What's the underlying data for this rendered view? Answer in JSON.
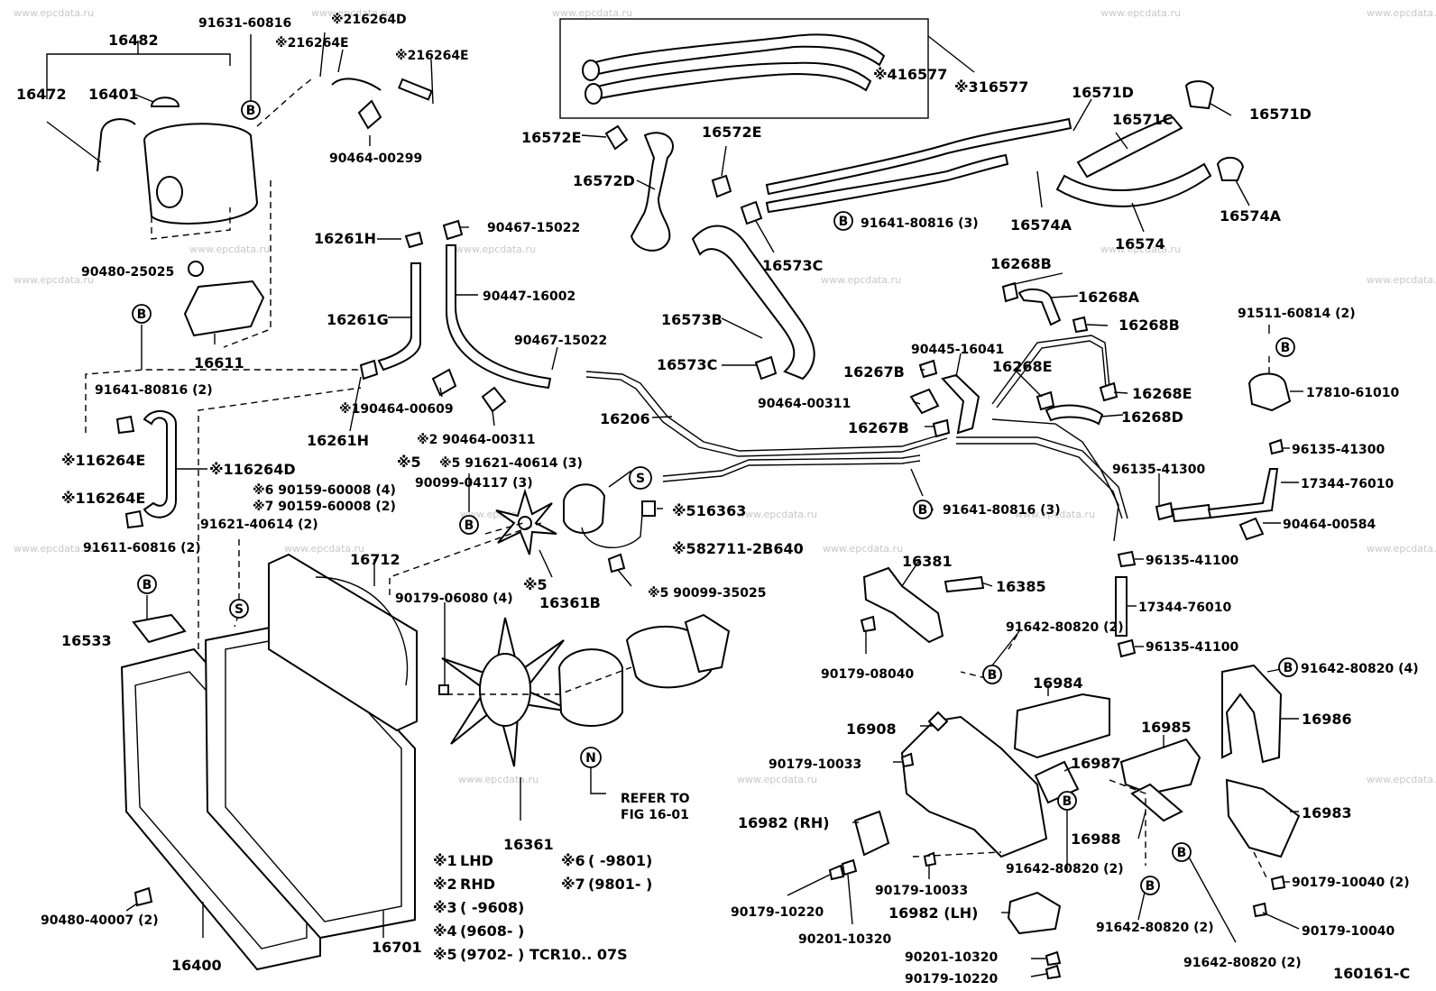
{
  "figure_code": "160161-C",
  "watermark": "www.epcdata.ru",
  "labels": [
    {
      "id": "16482",
      "text": "16482"
    },
    {
      "id": "16472",
      "text": "16472"
    },
    {
      "id": "16401",
      "text": "16401"
    },
    {
      "id": "91631-60816",
      "text": "91631-60816"
    },
    {
      "id": "x2-16264D",
      "text": "※216264D"
    },
    {
      "id": "x2-16264E-a",
      "text": "※216264E"
    },
    {
      "id": "x2-16264E-b",
      "text": "※216264E"
    },
    {
      "id": "90464-00299",
      "text": "90464-00299"
    },
    {
      "id": "x4-16577",
      "text": "※416577"
    },
    {
      "id": "x3-16577",
      "text": "※316577"
    },
    {
      "id": "16571D-a",
      "text": "16571D"
    },
    {
      "id": "16571D-b",
      "text": "16571D"
    },
    {
      "id": "16571C",
      "text": "16571C"
    },
    {
      "id": "16572E-a",
      "text": "16572E"
    },
    {
      "id": "16572E-b",
      "text": "16572E"
    },
    {
      "id": "16572D",
      "text": "16572D"
    },
    {
      "id": "91641-80816-3a",
      "text": "91641-80816 (3)"
    },
    {
      "id": "16574A-a",
      "text": "16574A"
    },
    {
      "id": "16574A-b",
      "text": "16574A"
    },
    {
      "id": "16574",
      "text": "16574"
    },
    {
      "id": "16573C-a",
      "text": "16573C"
    },
    {
      "id": "16573B",
      "text": "16573B"
    },
    {
      "id": "16573C-b",
      "text": "16573C"
    },
    {
      "id": "16268B-a",
      "text": "16268B"
    },
    {
      "id": "16268A",
      "text": "16268A"
    },
    {
      "id": "16268B-b",
      "text": "16268B"
    },
    {
      "id": "16261H-a",
      "text": "16261H"
    },
    {
      "id": "90467-15022-a",
      "text": "90467-15022"
    },
    {
      "id": "90480-25025",
      "text": "90480-25025"
    },
    {
      "id": "90447-16002",
      "text": "90447-16002"
    },
    {
      "id": "16261G",
      "text": "16261G"
    },
    {
      "id": "16611",
      "text": "16611"
    },
    {
      "id": "90467-15022-b",
      "text": "90467-15022"
    },
    {
      "id": "91641-80816-2",
      "text": "91641-80816 (2)"
    },
    {
      "id": "x1-90464-00609",
      "text": "※190464-00609"
    },
    {
      "id": "16261H-b",
      "text": "16261H"
    },
    {
      "id": "x2-90464-00311",
      "text": "※2 90464-00311"
    },
    {
      "id": "x1-16264E-a",
      "text": "※116264E"
    },
    {
      "id": "x1-16264D",
      "text": "※116264D"
    },
    {
      "id": "x1-16264E-b",
      "text": "※116264E"
    },
    {
      "id": "x5-a",
      "text": "※5"
    },
    {
      "id": "x5-91621-40614",
      "text": "※5 91621-40614 (3)"
    },
    {
      "id": "90099-04117",
      "text": "90099-04117 (3)"
    },
    {
      "id": "x6-90159",
      "text": "※6 90159-60008 (4)"
    },
    {
      "id": "x7-90159",
      "text": "※7 90159-60008 (2)"
    },
    {
      "id": "91621-40614-2",
      "text": "91621-40614 (2)"
    },
    {
      "id": "91611-60816",
      "text": "91611-60816 (2)"
    },
    {
      "id": "16533",
      "text": "16533"
    },
    {
      "id": "16712",
      "text": "16712"
    },
    {
      "id": "x5-16363",
      "text": "※516363"
    },
    {
      "id": "x5-82711",
      "text": "※582711-2B640"
    },
    {
      "id": "x5-16361B",
      "text": "※5"
    },
    {
      "id": "16361B",
      "text": "16361B"
    },
    {
      "id": "x5-90099-35025",
      "text": "※5 90099-35025"
    },
    {
      "id": "90179-06080",
      "text": "90179-06080 (4)"
    },
    {
      "id": "16206",
      "text": "16206"
    },
    {
      "id": "90445-16041",
      "text": "90445-16041"
    },
    {
      "id": "16267B-a",
      "text": "16267B"
    },
    {
      "id": "90464-00311",
      "text": "90464-00311"
    },
    {
      "id": "16267B-b",
      "text": "16267B"
    },
    {
      "id": "16268E-a",
      "text": "16268E"
    },
    {
      "id": "16268E-b",
      "text": "16268E"
    },
    {
      "id": "16268D",
      "text": "16268D"
    },
    {
      "id": "91641-80816-3b",
      "text": "91641-80816 (3)"
    },
    {
      "id": "91511-60814",
      "text": "91511-60814 (2)"
    },
    {
      "id": "17810-61010",
      "text": "17810-61010"
    },
    {
      "id": "96135-41300-a",
      "text": "96135-41300"
    },
    {
      "id": "96135-41300-b",
      "text": "96135-41300"
    },
    {
      "id": "17344-76010-a",
      "text": "17344-76010"
    },
    {
      "id": "90464-00584",
      "text": "90464-00584"
    },
    {
      "id": "96135-41100-a",
      "text": "96135-41100"
    },
    {
      "id": "17344-76010-b",
      "text": "17344-76010"
    },
    {
      "id": "96135-41100-b",
      "text": "96135-41100"
    },
    {
      "id": "16381",
      "text": "16381"
    },
    {
      "id": "16385",
      "text": "16385"
    },
    {
      "id": "91642-80820-2a",
      "text": "91642-80820 (2)"
    },
    {
      "id": "90179-08040",
      "text": "90179-08040"
    },
    {
      "id": "91642-80820-4",
      "text": "91642-80820 (4)"
    },
    {
      "id": "16984",
      "text": "16984"
    },
    {
      "id": "16986",
      "text": "16986"
    },
    {
      "id": "16908",
      "text": "16908"
    },
    {
      "id": "16985",
      "text": "16985"
    },
    {
      "id": "90179-10033-a",
      "text": "90179-10033"
    },
    {
      "id": "16987",
      "text": "16987"
    },
    {
      "id": "16982-RH",
      "text": "16982 (RH)"
    },
    {
      "id": "16983",
      "text": "16983"
    },
    {
      "id": "16988",
      "text": "16988"
    },
    {
      "id": "91642-80820-2b",
      "text": "91642-80820 (2)"
    },
    {
      "id": "90179-10040-2",
      "text": "90179-10040 (2)"
    },
    {
      "id": "90179-10033-b",
      "text": "90179-10033"
    },
    {
      "id": "90179-10220-a",
      "text": "90179-10220"
    },
    {
      "id": "16982-LH",
      "text": "16982 (LH)"
    },
    {
      "id": "91642-80820-2c",
      "text": "91642-80820 (2)"
    },
    {
      "id": "90179-10040",
      "text": "90179-10040"
    },
    {
      "id": "90201-10320-a",
      "text": "90201-10320"
    },
    {
      "id": "90201-10320-b",
      "text": "90201-10320"
    },
    {
      "id": "91642-80820-2d",
      "text": "91642-80820 (2)"
    },
    {
      "id": "90179-10220-b",
      "text": "90179-10220"
    },
    {
      "id": "16361",
      "text": "16361"
    },
    {
      "id": "refer",
      "text": "REFER TO"
    },
    {
      "id": "fig",
      "text": "FIG 16-01"
    },
    {
      "id": "90480-40007",
      "text": "90480-40007 (2)"
    },
    {
      "id": "16400",
      "text": "16400"
    },
    {
      "id": "16701",
      "text": "16701"
    }
  ],
  "markers": {
    "B": "B",
    "S": "S",
    "N": "N"
  },
  "legend": [
    {
      "mark": "※1",
      "text": "LHD"
    },
    {
      "mark": "※2",
      "text": "RHD"
    },
    {
      "mark": "※3",
      "text": "(        -9608)"
    },
    {
      "mark": "※4",
      "text": "(9608-        )"
    },
    {
      "mark": "※5",
      "text": "(9702-        ) TCR10.. 07S"
    },
    {
      "mark": "※6",
      "text": "(        -9801)"
    },
    {
      "mark": "※7",
      "text": "(9801-        )"
    }
  ]
}
